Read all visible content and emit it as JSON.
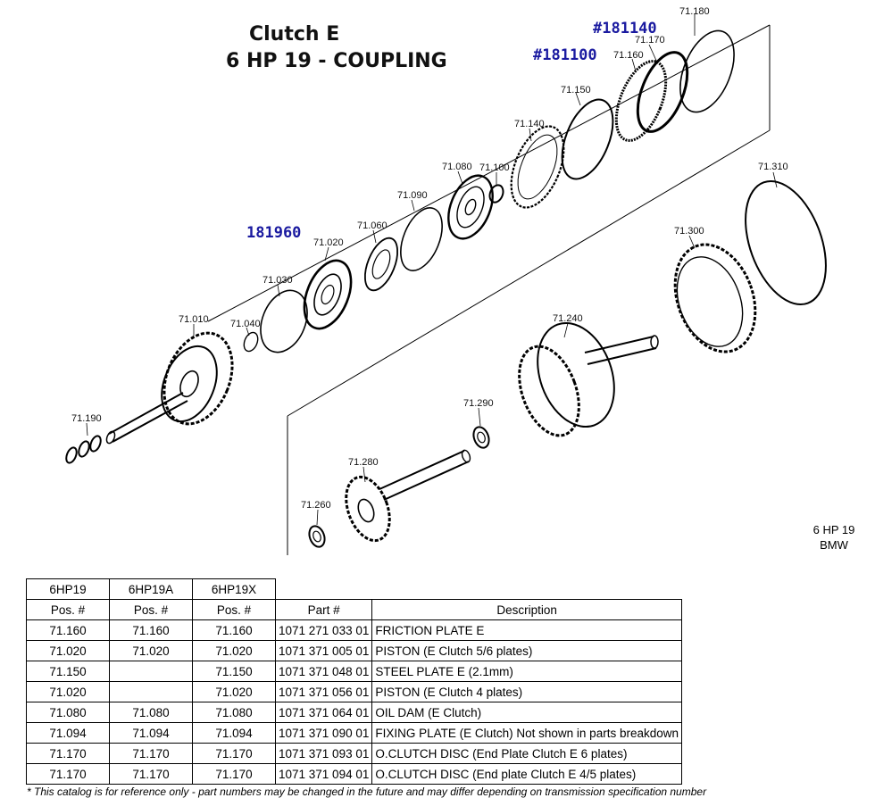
{
  "title": {
    "line1": "Clutch E",
    "line2": "6 HP 19 - COUPLING"
  },
  "references": {
    "ref_181140": "#181140",
    "ref_181100": "#181100",
    "ref_181960": "181960"
  },
  "callouts": {
    "c71180": "71.180",
    "c71170": "71.170",
    "c71160": "71.160",
    "c71150": "71.150",
    "c71140": "71.140",
    "c71100": "71.100",
    "c71080": "71.080",
    "c71090": "71.090",
    "c71060": "71.060",
    "c71020": "71.020",
    "c71030": "71.030",
    "c71040": "71.040",
    "c71010": "71.010",
    "c71190": "71.190",
    "c71310": "71.310",
    "c71300": "71.300",
    "c71240": "71.240",
    "c71290": "71.290",
    "c71280": "71.280",
    "c71260": "71.260"
  },
  "side_label": {
    "line1": "6 HP 19",
    "line2": "BMW"
  },
  "table": {
    "group_headers": [
      "6HP19",
      "6HP19A",
      "6HP19X"
    ],
    "headers": [
      "Pos. #",
      "Pos. #",
      "Pos. #",
      "Part #",
      "Description"
    ],
    "rows": [
      {
        "a": "71.160",
        "b": "71.160",
        "c": "71.160",
        "part": "1071 271 033 01",
        "desc": "FRICTION PLATE E"
      },
      {
        "a": "71.020",
        "b": "71.020",
        "c": "71.020",
        "part": "1071 371 005 01",
        "desc": "PISTON (E Clutch 5/6 plates)"
      },
      {
        "a": "71.150",
        "b": "",
        "c": "71.150",
        "part": "1071 371 048 01",
        "desc": "STEEL PLATE E (2.1mm)"
      },
      {
        "a": "71.020",
        "b": "",
        "c": "71.020",
        "part": "1071 371 056 01",
        "desc": "PISTON (E Clutch 4 plates)"
      },
      {
        "a": "71.080",
        "b": "71.080",
        "c": "71.080",
        "part": "1071 371 064 01",
        "desc": "OIL DAM (E Clutch)"
      },
      {
        "a": "71.094",
        "b": "71.094",
        "c": "71.094",
        "part": "1071 371 090 01",
        "desc": "FIXING PLATE (E Clutch) Not shown in parts breakdown"
      },
      {
        "a": "71.170",
        "b": "71.170",
        "c": "71.170",
        "part": "1071 371 093 01",
        "desc": "O.CLUTCH DISC (End Plate Clutch E 6 plates)"
      },
      {
        "a": "71.170",
        "b": "71.170",
        "c": "71.170",
        "part": "1071 371 094 01",
        "desc": "O.CLUTCH DISC (End plate Clutch E 4/5 plates)"
      }
    ]
  },
  "footnote": "* This catalog is for reference only - part numbers may be changed in the future and may differ depending on transmission specification number"
}
